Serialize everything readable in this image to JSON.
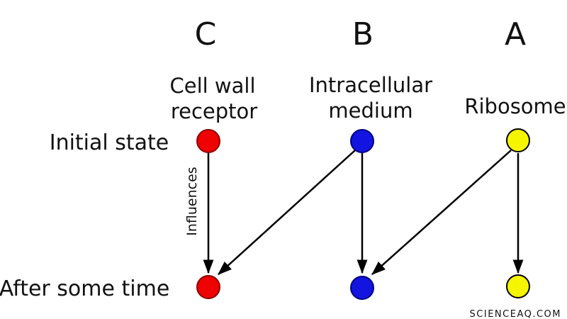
{
  "columns": [
    {
      "letter": "C",
      "label_lines": [
        "Cell wall",
        "receptor"
      ],
      "dot_color": "#ee0202",
      "dot_outline": "#8b0000"
    },
    {
      "letter": "B",
      "label_lines": [
        "Intracellular",
        "medium"
      ],
      "dot_color": "#1414e0",
      "dot_outline": "#000080"
    },
    {
      "letter": "A",
      "label_lines": [
        "Ribosome"
      ],
      "dot_color": "#f5f500",
      "dot_outline": "#000000"
    }
  ],
  "rows": [
    {
      "label": "Initial state"
    },
    {
      "label": "After some time"
    }
  ],
  "arrows": [
    {
      "from": "C-initial",
      "to": "C-after",
      "label": "Influences"
    },
    {
      "from": "B-initial",
      "to": "C-after",
      "label": ""
    },
    {
      "from": "B-initial",
      "to": "B-after",
      "label": ""
    },
    {
      "from": "A-initial",
      "to": "B-after",
      "label": ""
    },
    {
      "from": "A-initial",
      "to": "A-after",
      "label": ""
    }
  ],
  "arrow_color": "#000000",
  "text_color": "#111111",
  "background": "#ffffff",
  "watermark": {
    "text": "SCIENCEAQ.COM",
    "color": "#f5a9ad"
  }
}
